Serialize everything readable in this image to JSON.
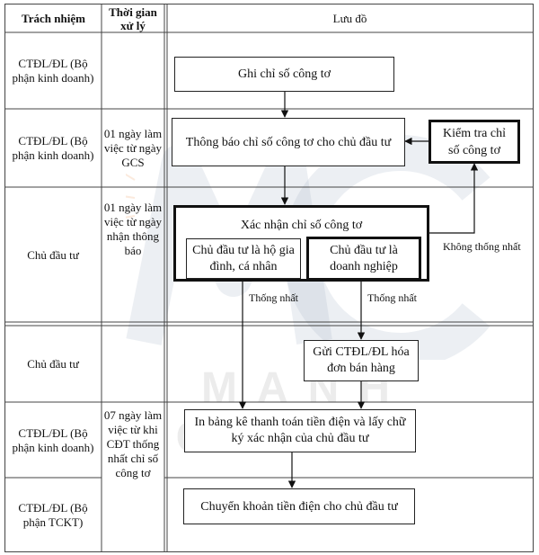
{
  "headers": {
    "responsibility": "Trách nhiệm",
    "processing_time": "Thời gian xử lý",
    "flowchart": "Lưu đồ"
  },
  "rows": [
    {
      "responsibility": "CTĐL/ĐL (Bộ phận kinh doanh)",
      "time": ""
    },
    {
      "responsibility": "CTĐL/ĐL (Bộ phận kinh doanh)",
      "time": "01 ngày làm việc từ ngày GCS"
    },
    {
      "responsibility": "Chủ đầu tư",
      "time": "01 ngày làm việc từ ngày nhận thông báo"
    },
    {
      "responsibility": "Chủ đầu tư",
      "time": ""
    },
    {
      "responsibility": "CTĐL/ĐL (Bộ phận kinh doanh)",
      "time": "07 ngày làm việc từ khi CĐT thống nhất chỉ số công tơ"
    },
    {
      "responsibility": "CTĐL/ĐL (Bộ phận TCKT)",
      "time": ""
    }
  ],
  "nodes": {
    "record_meter": "Ghi chỉ số công tơ",
    "notify_investor": "Thông báo chỉ số công tơ cho chủ đầu tư",
    "check_meter": "Kiểm tra chỉ số công tơ",
    "confirm_meter": "Xác nhận chỉ số công tơ",
    "household": "Chủ đầu tư là hộ gia đình, cá nhân",
    "enterprise": "Chủ đầu tư là doanh nghiệp",
    "send_invoice": "Gửi CTĐL/ĐL hóa đơn bán hàng",
    "print_statement": "In bảng kê thanh toán tiền điện và lấy chữ ký xác nhận của chủ đầu tư",
    "transfer_payment": "Chuyển khoản tiền điện cho chủ đầu tư"
  },
  "edges": {
    "disagree": "Không thống nhất",
    "agree_left": "Thống nhất",
    "agree_right": "Thống nhất"
  },
  "watermark": {
    "logo_letters": "MC",
    "text": "MANH CUONG"
  }
}
